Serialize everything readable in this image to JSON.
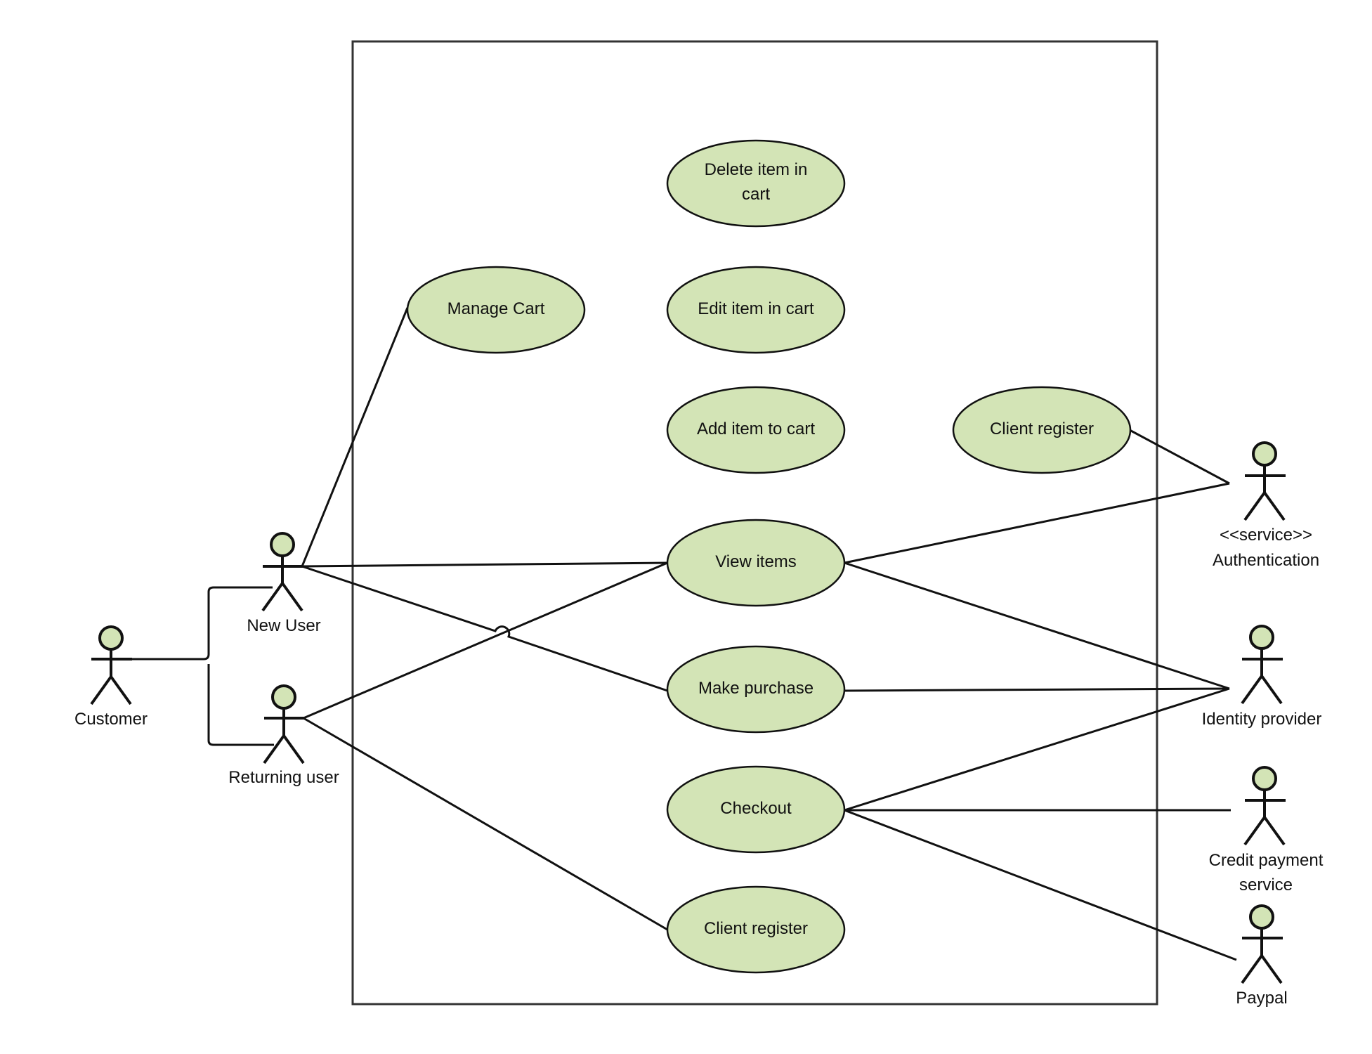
{
  "colors": {
    "use_case_fill": "#d3e4b6",
    "actor_head_fill": "#d3e4b6",
    "stroke": "#111111",
    "boundary": "#333333"
  },
  "use_cases": {
    "delete_item": [
      "Delete item in",
      "cart"
    ],
    "manage_cart": "Manage Cart",
    "edit_item": "Edit item in cart",
    "add_item": "Add item to cart",
    "client_register_top": "Client register",
    "view_items": "View items",
    "make_purchase": "Make purchase",
    "checkout": "Checkout",
    "client_register_bottom": "Client register"
  },
  "actors": {
    "customer": "Customer",
    "new_user": "New User",
    "returning_user": "Returning user",
    "authentication_stereotype": "<<service>>",
    "authentication": "Authentication",
    "identity_provider": "Identity provider",
    "credit_payment": [
      "Credit payment",
      "service"
    ],
    "paypal": "Paypal"
  }
}
